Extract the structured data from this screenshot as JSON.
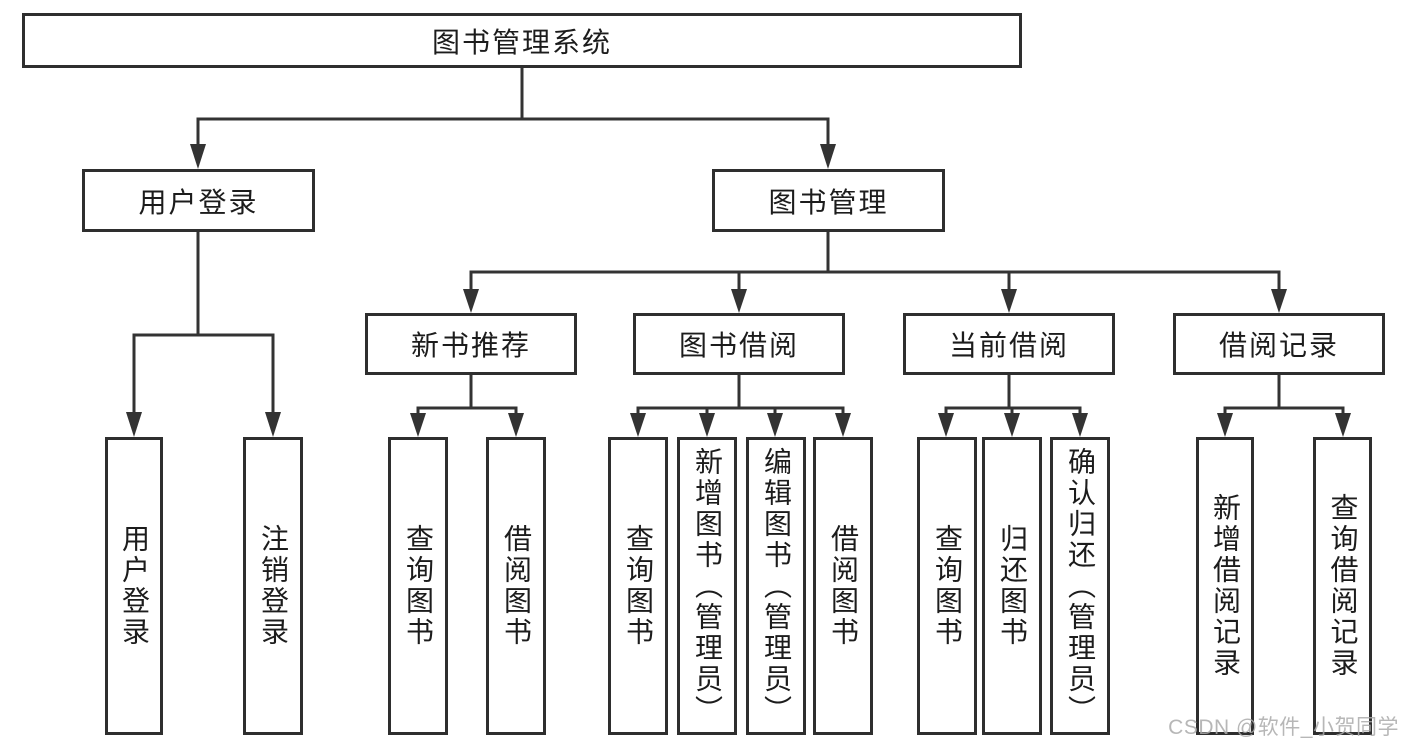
{
  "diagram": {
    "type": "hierarchy-tree",
    "line_color": "#333333",
    "box_border_color": "#2e2e2e",
    "text_color": "#1c1c1c",
    "root": {
      "label": "图书管理系统"
    },
    "branches": [
      {
        "label": "用户登录",
        "children": [
          {
            "label": "用户登录"
          },
          {
            "label": "注销登录"
          }
        ]
      },
      {
        "label": "图书管理",
        "children": [
          {
            "label": "新书推荐",
            "children": [
              {
                "label": "查询图书"
              },
              {
                "label": "借阅图书"
              }
            ]
          },
          {
            "label": "图书借阅",
            "children": [
              {
                "label": "查询图书"
              },
              {
                "label": "新增图书（管理员）"
              },
              {
                "label": "编辑图书（管理员）"
              },
              {
                "label": "借阅图书"
              }
            ]
          },
          {
            "label": "当前借阅",
            "children": [
              {
                "label": "查询图书"
              },
              {
                "label": "归还图书"
              },
              {
                "label": "确认归还（管理员）"
              }
            ]
          },
          {
            "label": "借阅记录",
            "children": [
              {
                "label": "新增借阅记录"
              },
              {
                "label": "查询借阅记录"
              }
            ]
          }
        ]
      }
    ]
  },
  "watermark": {
    "text": "CSDN @软件_小贺同学"
  }
}
